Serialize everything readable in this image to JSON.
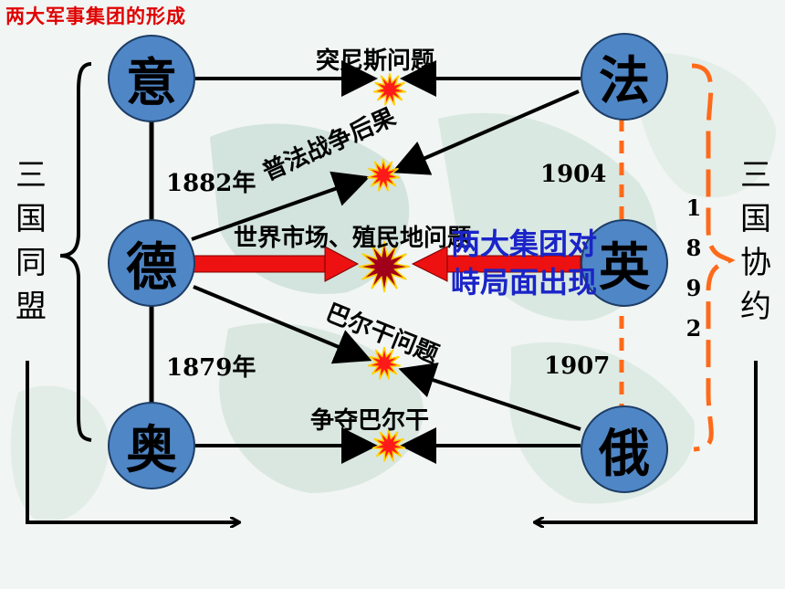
{
  "title": "两大军事集团的形成",
  "nodes": {
    "italy": "意",
    "germany": "德",
    "austria": "奥",
    "france": "法",
    "britain": "英",
    "russia": "俄"
  },
  "labels": {
    "tunisia": "突尼斯问题",
    "franco_prussian": "普法战争后果",
    "world_market": "世界市场、殖民地问题",
    "balkan_issue": "巴尔干问题",
    "contest_balkan": "争夺巴尔干"
  },
  "years": {
    "y1882": "1882年",
    "y1879": "1879年",
    "y1904": "1904",
    "y1907": "1907",
    "y1892": [
      "1",
      "8",
      "9",
      "2"
    ]
  },
  "alliances": {
    "triple_alliance": [
      "三",
      "国",
      "同",
      "盟"
    ],
    "triple_entente": [
      "三",
      "国",
      "协",
      "约"
    ]
  },
  "overlay": {
    "line1": "两大集团对",
    "line2": "峙局面出现"
  },
  "colors": {
    "title": "#e00000",
    "node_fill": "#4f86c6",
    "red_arrow": "#ee1111",
    "orange": "#ff6a1a",
    "overlay_text": "#1a24c8",
    "burst": "#ff1a1a",
    "burst_dark": "#a0001a"
  }
}
